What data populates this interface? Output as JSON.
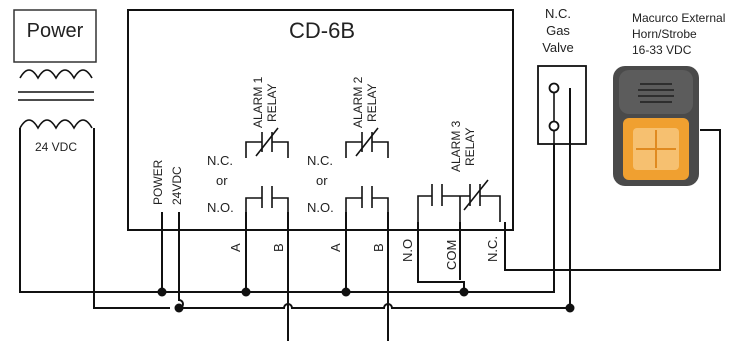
{
  "transformer": {
    "title": "Power",
    "secondary_label": "24 VDC"
  },
  "controller": {
    "title": "CD-6B",
    "power_label": "POWER",
    "power_voltage": "24VDC",
    "alarm1": {
      "title": "ALARM 1",
      "subtitle": "RELAY",
      "nc_or": "N.C.",
      "or": "or",
      "no": "N.O.",
      "term_a": "A",
      "term_b": "B"
    },
    "alarm2": {
      "title": "ALARM 2",
      "subtitle": "RELAY",
      "nc_or": "N.C.",
      "or": "or",
      "no": "N.O.",
      "term_a": "A",
      "term_b": "B"
    },
    "alarm3": {
      "title": "ALARM 3",
      "subtitle": "RELAY",
      "term_no": "N.O",
      "term_com": "COM",
      "term_nc": "N.C."
    }
  },
  "valve": {
    "line1": "N.C.",
    "line2": "Gas",
    "line3": "Valve"
  },
  "horn": {
    "line1": "Macurco External",
    "line2": "Horn/Strobe",
    "line3": "16-33 VDC",
    "body_color": "#4a4a4a",
    "lens_color": "#f0a030"
  }
}
